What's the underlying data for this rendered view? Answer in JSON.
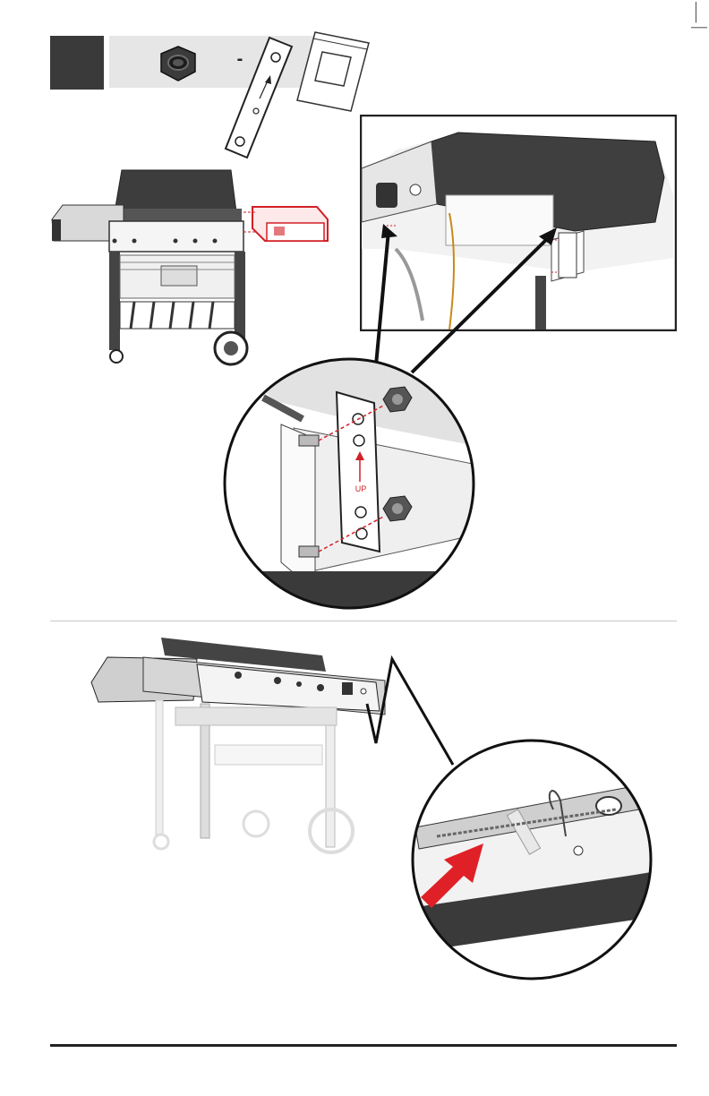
{
  "step": {
    "number": ""
  },
  "parts": {
    "quantity_mark": "-",
    "items": [
      "hex-nut",
      "mounting-bracket",
      "hardware-bag"
    ]
  },
  "bracket": {
    "direction_label": "UP"
  },
  "colors": {
    "step_box": "#3a3a3a",
    "parts_band": "#e6e6e6",
    "highlight": "#d21f26",
    "callout_arrow": "#e02027"
  }
}
